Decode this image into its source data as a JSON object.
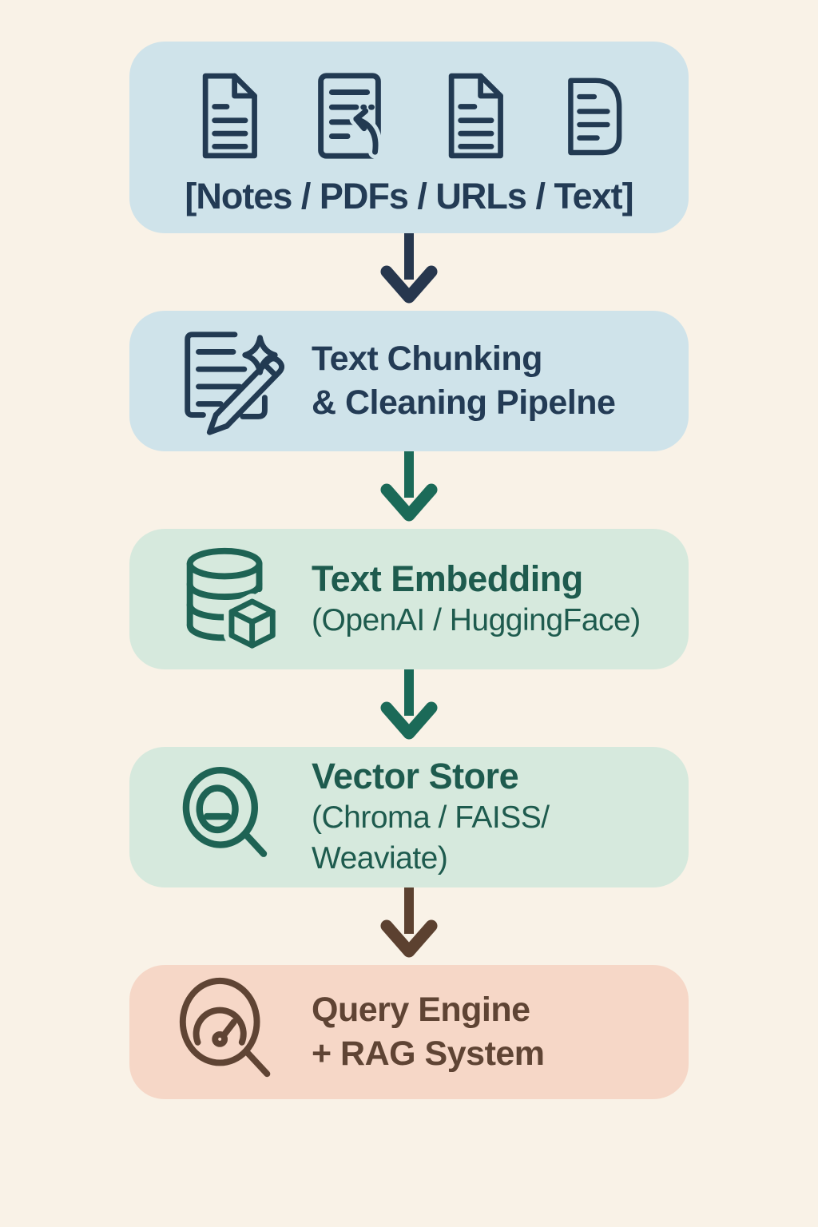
{
  "page": {
    "background_color": "#f9f2e7"
  },
  "colors": {
    "blue_box": "#cfe3ea",
    "green_box": "#d6e9dd",
    "salmon_box": "#f6d7c7",
    "navy_text": "#233b55",
    "teal_text": "#1e5b4e",
    "brown_text": "#5f4434",
    "arrow_navy": "#27374e",
    "arrow_teal": "#1b6a58",
    "arrow_brown": "#5c4130"
  },
  "steps": [
    {
      "name": "input-sources",
      "caption": "[Notes / PDFs / URLs / Text]",
      "icons": [
        "notes-document-icon",
        "import-document-icon",
        "urls-document-icon",
        "text-document-icon"
      ]
    },
    {
      "name": "chunking-pipeline",
      "line1": "Text Chunking",
      "line2": "& Cleaning Pipelne",
      "icon": "document-edit-sparkle-icon"
    },
    {
      "name": "text-embedding",
      "title": "Text Embedding",
      "subtitle": "(OpenAI / HuggingFace)",
      "icon": "database-cube-icon"
    },
    {
      "name": "vector-store",
      "title": "Vector Store",
      "subtitle": "(Chroma / FAISS/ Weaviate)",
      "icon": "magnifier-minus-icon"
    },
    {
      "name": "query-engine",
      "line1": "Query Engine",
      "line2": "+ RAG System",
      "icon": "magnifier-gauge-icon"
    }
  ],
  "arrows": [
    {
      "name": "arrow-sources-to-chunking",
      "color": "#27374e"
    },
    {
      "name": "arrow-chunking-to-embedding",
      "color": "#1b6a58"
    },
    {
      "name": "arrow-embedding-to-vectorstore",
      "color": "#1b6a58"
    },
    {
      "name": "arrow-vectorstore-to-queryengine",
      "color": "#5c4130"
    }
  ]
}
